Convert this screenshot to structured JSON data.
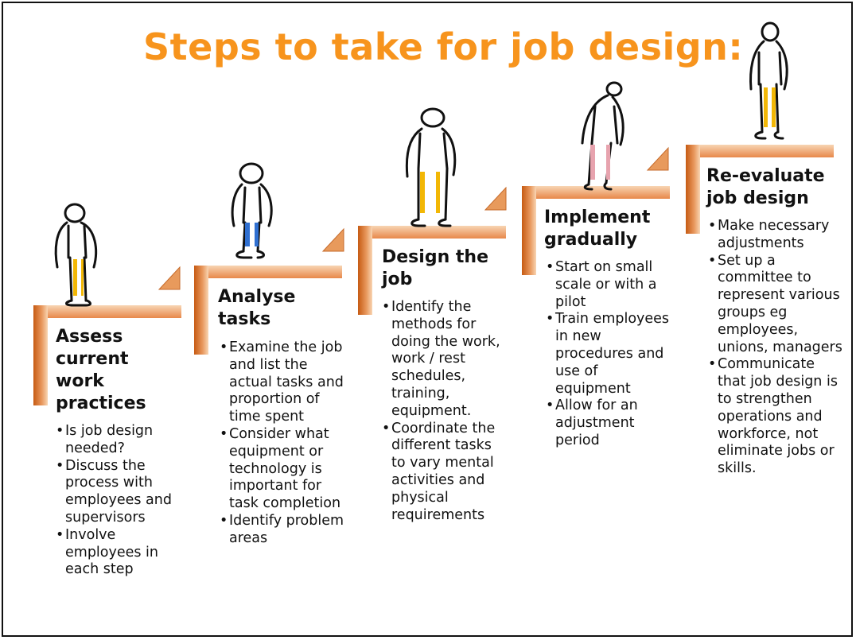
{
  "title": "Steps to take for job design:",
  "steps": [
    {
      "heading": "Assess current work practices",
      "bullets": [
        "Is job design needed?",
        "Discuss the process with employees and supervisors",
        "Involve employees in each step"
      ]
    },
    {
      "heading": "Analyse tasks",
      "bullets": [
        "Examine the job and list the actual tasks and proportion of time spent",
        "Consider what equipment or technology is important for task completion",
        "Identify problem areas"
      ]
    },
    {
      "heading": "Design the job",
      "bullets": [
        "Identify the methods for doing the work, work / rest schedules, training, equipment.",
        "Coordinate the different tasks to vary mental activities and physical requirements"
      ]
    },
    {
      "heading": "Implement gradually",
      "bullets": [
        "Start on small scale or with a pilot",
        "Train employees in new procedures and use of equipment",
        "Allow for an adjustment period"
      ]
    },
    {
      "heading": "Re-evaluate job design",
      "bullets": [
        "Make necessary adjustments",
        "Set up a committee to represent various groups eg employees, unions, managers",
        "Communicate that job design is to strengthen operations and workforce, not eliminate jobs or skills."
      ]
    }
  ],
  "colors": {
    "title": "#F7941D",
    "stair_light": "#F6C9A3",
    "stair_dark": "#D2691E",
    "legs_yellow": "#F2B705",
    "legs_blue": "#2F6FD0",
    "legs_pink": "#E7A3AE"
  },
  "icons": [
    "stick-figure-icon",
    "stair-step-icon",
    "stair-arrow-icon"
  ]
}
